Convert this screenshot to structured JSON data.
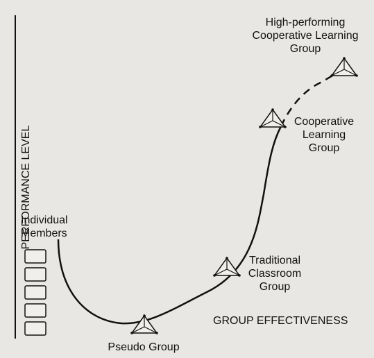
{
  "diagram": {
    "y_axis_label": "PERFORMANCE LEVEL",
    "x_axis_label": "GROUP EFFECTIVENESS",
    "individual_members_label": [
      "Individual",
      "Members"
    ],
    "stages": [
      {
        "name": "pseudo-group",
        "lines": [
          "Pseudo Group"
        ]
      },
      {
        "name": "traditional-group",
        "lines": [
          "Traditional",
          "Classroom",
          "Group"
        ]
      },
      {
        "name": "cooperative-group",
        "lines": [
          "Cooperative",
          "Learning",
          "Group"
        ]
      },
      {
        "name": "high-performing-group",
        "lines": [
          "High-performing",
          "Cooperative Learning",
          "Group"
        ]
      }
    ],
    "member_box_count": 5,
    "colors": {
      "ink": "#111111",
      "paper": "#e9e7e3",
      "bleed_text": "#cfccc6"
    }
  }
}
